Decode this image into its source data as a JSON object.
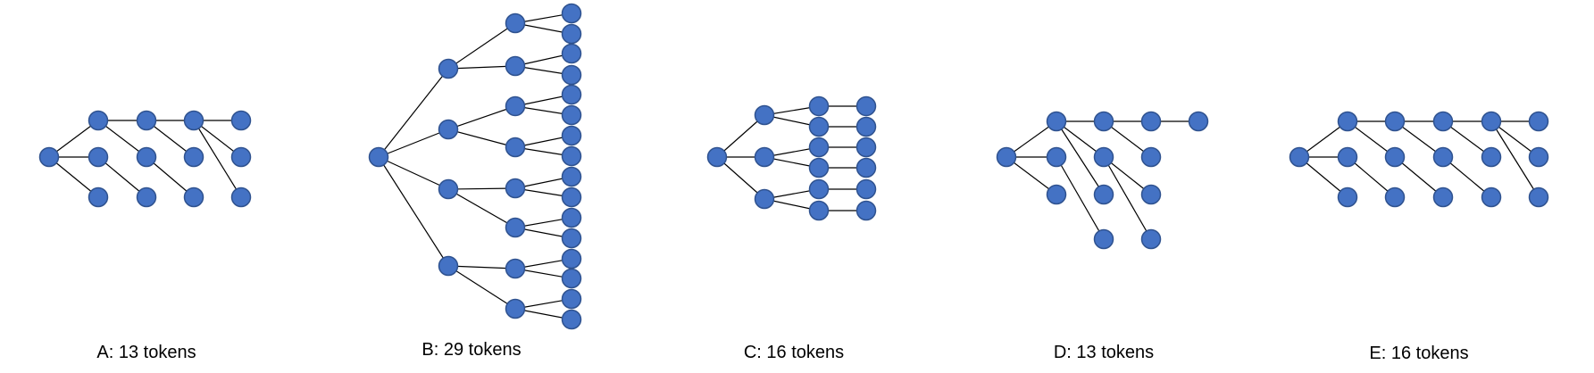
{
  "colors": {
    "node_fill": "#4472c4",
    "node_stroke": "#2f528f",
    "edge": "#000000",
    "background": "#ffffff"
  },
  "panels": [
    {
      "id": "A",
      "caption": "A: 13 tokens"
    },
    {
      "id": "B",
      "caption": "B: 29 tokens"
    },
    {
      "id": "C",
      "caption": "C: 16 tokens"
    },
    {
      "id": "D",
      "caption": "D: 13 tokens"
    },
    {
      "id": "E",
      "caption": "E: 16 tokens"
    }
  ]
}
